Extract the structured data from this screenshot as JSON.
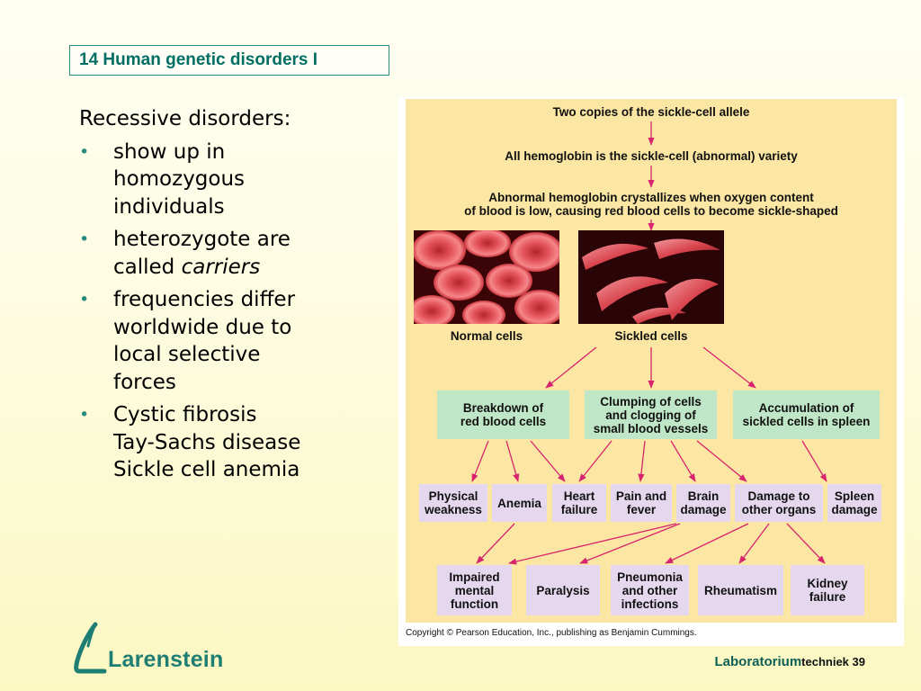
{
  "slide": {
    "title": "14 Human genetic disorders I",
    "heading": "Recessive disorders:",
    "bullets": [
      {
        "lines": [
          "show up in",
          "homozygous",
          "individuals"
        ]
      },
      {
        "lines": [
          "heterozygote are"
        ],
        "last_prefix": "called ",
        "last_italic": "carriers"
      },
      {
        "lines": [
          "frequencies differ",
          "worldwide due to",
          "local selective",
          "forces"
        ]
      },
      {
        "lines": [
          "Cystic fibrosis",
          "Tay-Sachs disease",
          "Sickle cell anemia"
        ]
      }
    ],
    "logo_text": "Larenstein",
    "footer_lab": "Laboratorium",
    "footer_rest": "techniek 39"
  },
  "figure": {
    "step1": "Two copies of the sickle-cell allele",
    "step2": "All hemoglobin is the sickle-cell (abnormal) variety",
    "step3_line1": "Abnormal hemoglobin crystallizes when oxygen content",
    "step3_line2": "of blood is low, causing red blood cells to become sickle-shaped",
    "normal_label": "Normal cells",
    "sickled_label": "Sickled cells",
    "green_boxes": [
      {
        "line1": "Breakdown of",
        "line2": "red blood cells"
      },
      {
        "line1": "Clumping of cells",
        "line2": "and clogging of",
        "line3": "small blood vessels"
      },
      {
        "line1": "Accumulation of",
        "line2": "sickled cells in spleen"
      }
    ],
    "effects": [
      {
        "line1": "Physical",
        "line2": "weakness"
      },
      {
        "line1": "Anemia"
      },
      {
        "line1": "Heart",
        "line2": "failure"
      },
      {
        "line1": "Pain and",
        "line2": "fever"
      },
      {
        "line1": "Brain",
        "line2": "damage"
      },
      {
        "line1": "Damage to",
        "line2": "other organs"
      },
      {
        "line1": "Spleen",
        "line2": "damage"
      }
    ],
    "outcomes": [
      {
        "line1": "Impaired",
        "line2": "mental",
        "line3": "function"
      },
      {
        "line1": "Paralysis"
      },
      {
        "line1": "Pneumonia",
        "line2": "and other",
        "line3": "infections"
      },
      {
        "line1": "Rheumatism"
      },
      {
        "line1": "Kidney",
        "line2": "failure"
      }
    ],
    "copyright": "Copyright © Pearson Education, Inc., publishing as Benjamin Cummings.",
    "arrow_color": "#d8246e"
  }
}
